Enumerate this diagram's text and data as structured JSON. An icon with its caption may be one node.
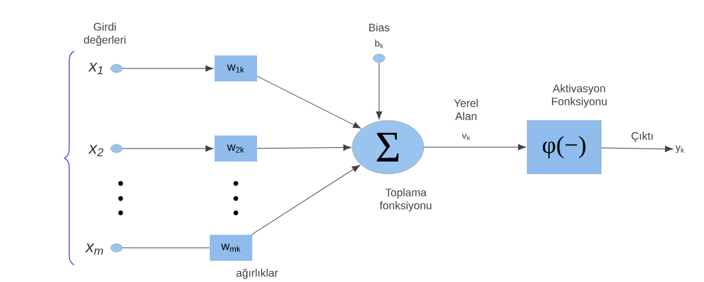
{
  "diagram": {
    "nodes": [
      {
        "text": [],
        "shape": "circle",
        "beside": [
          "x$_{1}$"
        ]
      },
      {
        "text": [],
        "shape": "circle",
        "beside": [
          "x$_{2}$"
        ]
      },
      {
        "text": [],
        "shape": "circle",
        "beside": [
          "x$_{m}$"
        ]
      },
      {
        "text": [
          "w$_{1k}$"
        ]
      },
      {
        "text": [
          "w$_{2k}$"
        ]
      },
      {
        "text": [
          "w$_{mk}$"
        ]
      },
      {
        "text": [],
        "shape": "circle",
        "beside": [
          "Bias",
          "b$_{k}$"
        ]
      },
      {
        "text": [
          "Σ"
        ],
        "beside": [
          "Toplama fonksiyonu"
        ]
      },
      {
        "text": [
          "φ(−)"
        ],
        "beside": [
          "Aktivasyon Fonksiyonu"
        ]
      },
      {
        "text": [
          "y$_{k}$"
        ]
      }
    ],
    "edges": [
      {
        "from": 0,
        "to": 3,
        "arrow": "to"
      },
      {
        "from": 1,
        "to": 4,
        "arrow": "to"
      },
      {
        "from": 2,
        "to": 5,
        "arrow": "none"
      },
      {
        "from": 3,
        "to": 7,
        "arrow": "to"
      },
      {
        "from": 4,
        "to": 7,
        "arrow": "to"
      },
      {
        "from": 5,
        "to": 7,
        "arrow": "to"
      },
      {
        "from": 6,
        "to": 7,
        "arrow": "to"
      },
      {
        "from": 7,
        "to": 8,
        "arrow": "to",
        "label": "v$_{k}$"
      },
      {
        "from": 8,
        "to": 9,
        "arrow": "to",
        "label": "Çıktı"
      }
    ],
    "labels": [
      "Girdi değerleri",
      "Yerel Alan",
      "ağırlıklar"
    ]
  }
}
